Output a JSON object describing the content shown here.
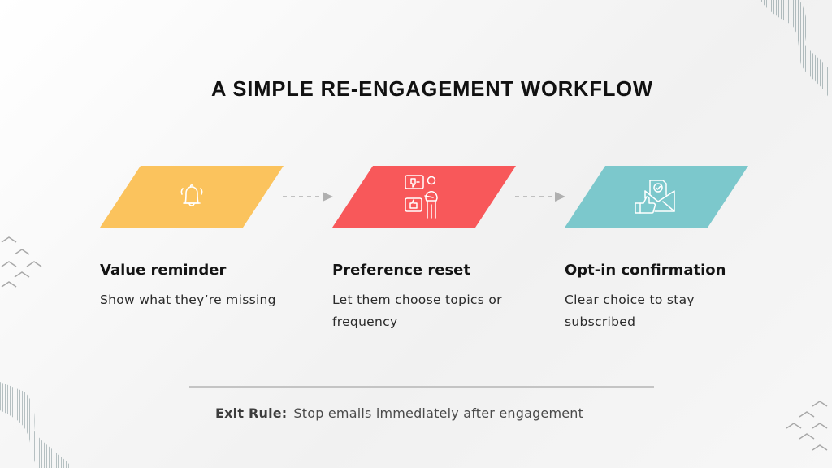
{
  "title": "A SIMPLE RE-ENGAGEMENT WORKFLOW",
  "colors": {
    "step1": "#fbc35d",
    "step2": "#f8585a",
    "step3": "#7cc8cc",
    "arrow": "#b0b0b0",
    "divider": "#c4c4c4"
  },
  "steps": [
    {
      "title": "Value reminder",
      "description": "Show what they’re missing",
      "icon": "bell-icon"
    },
    {
      "title": "Preference reset",
      "description": "Let them choose topics or frequency",
      "icon": "feedback-person-icon"
    },
    {
      "title": "Opt-in confirmation",
      "description": "Clear choice to stay subscribed",
      "icon": "envelope-thumbs-up-icon"
    }
  ],
  "footer": {
    "label": "Exit Rule:",
    "text": "Stop emails immediately after engagement"
  }
}
